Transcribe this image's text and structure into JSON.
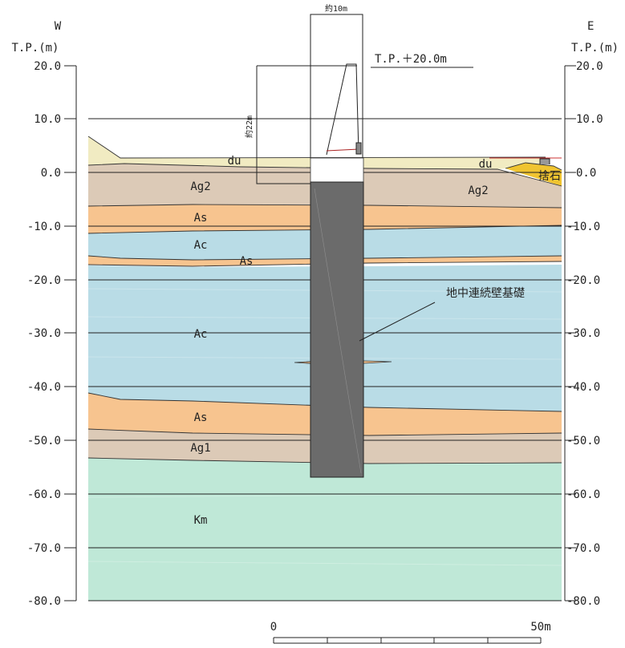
{
  "left_axis": {
    "direction": "W",
    "unit_label": "T.P.(m)",
    "ticks": [
      "20.0",
      "10.0",
      "0.0",
      "-10.0",
      "-20.0",
      "-30.0",
      "-40.0",
      "-50.0",
      "-60.0",
      "-70.0",
      "-80.0"
    ]
  },
  "right_axis": {
    "direction": "E",
    "unit_label": "T.P.(m)",
    "ticks": [
      "20.0",
      "10.0",
      "0.0",
      "-10.0",
      "-20.0",
      "-30.0",
      "-40.0",
      "-50.0",
      "-60.0",
      "-70.0",
      "-80.0"
    ]
  },
  "layers": {
    "du_left": "du",
    "du_right": "du",
    "ag2_left": "Ag2",
    "ag2_right": "Ag2",
    "as_upper": "As",
    "ac_upper": "Ac",
    "as_thin": "As",
    "ac_main": "Ac",
    "as_lower": "As",
    "ag1": "Ag1",
    "km": "Km",
    "riprap": "捨石"
  },
  "annotations": {
    "width_label": "約10m",
    "height_label": "約22m",
    "top_level": "T.P.＋20.0m",
    "foundation": "地中連続壁基礎"
  },
  "scale_bar": {
    "start": "0",
    "end": "50m"
  },
  "colors": {
    "du": "#f1ebc2",
    "ag": "#dccab7",
    "as": "#f7c48f",
    "ac": "#b9dce6",
    "km": "#bfe8d7",
    "riprap": "#f0c431",
    "foundation": "#6b6b6b"
  }
}
